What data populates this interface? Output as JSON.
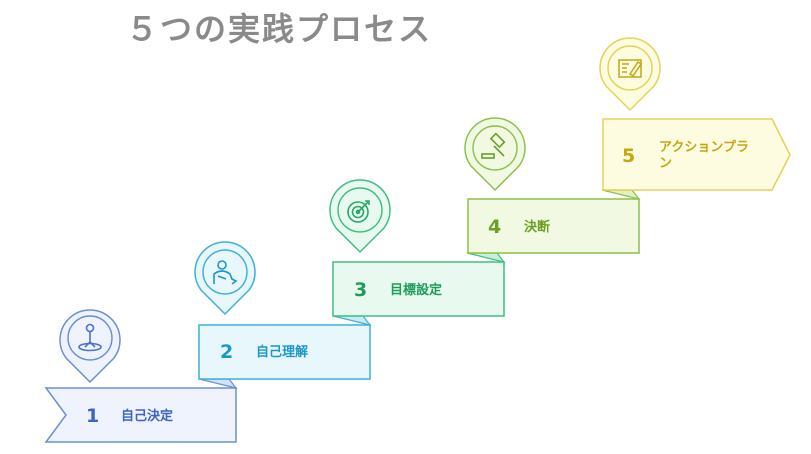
{
  "title": "５つの実践プロセス",
  "steps": [
    {
      "number": "1",
      "label": "自己決定",
      "icon": "person-balance-icon",
      "fill": "#eef3fd",
      "stroke": "#6a8fd6",
      "text": "#3e63c4"
    },
    {
      "number": "2",
      "label": "自己理解",
      "icon": "self-reflection-icon",
      "fill": "#e8f7fc",
      "stroke": "#3fb0d6",
      "text": "#1c98c6"
    },
    {
      "number": "3",
      "label": "目標設定",
      "icon": "target-icon",
      "fill": "#e8faef",
      "stroke": "#3fc07e",
      "text": "#1f9c5b"
    },
    {
      "number": "4",
      "label": "決断",
      "icon": "gavel-icon",
      "fill": "#f1f9e3",
      "stroke": "#8cc24a",
      "text": "#6b9f26"
    },
    {
      "number": "5",
      "label": "アクションプラン",
      "label_lines": [
        "アクションプラ",
        "ン"
      ],
      "icon": "action-plan-icon",
      "fill": "#fdfbe0",
      "stroke": "#e3d357",
      "text": "#c4a812"
    }
  ]
}
